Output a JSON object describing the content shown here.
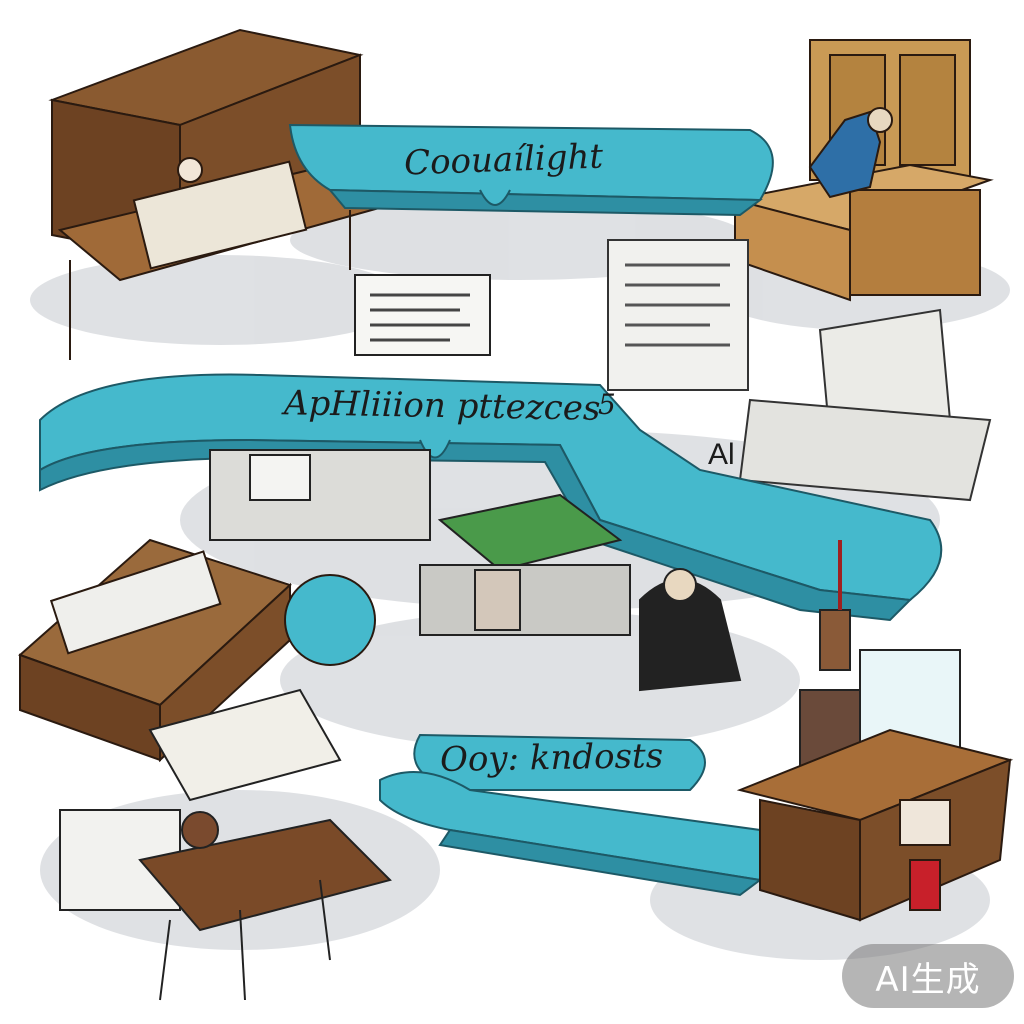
{
  "banners": {
    "top": "Coouaílight",
    "middle": "ApHliiion pttezces",
    "middle_suffix": "5",
    "board_letters": "Al",
    "bottom": "Ooy: kndosts"
  },
  "watermark": "AI生成",
  "colors": {
    "banner": "#45b9cc",
    "banner_dark": "#2e8fa3",
    "wood": "#7a4a28",
    "wood_light": "#b07a3e",
    "paper": "#f1f1ee",
    "floor_shadow": "#d7d9dd",
    "ink": "#1b1b1b"
  }
}
